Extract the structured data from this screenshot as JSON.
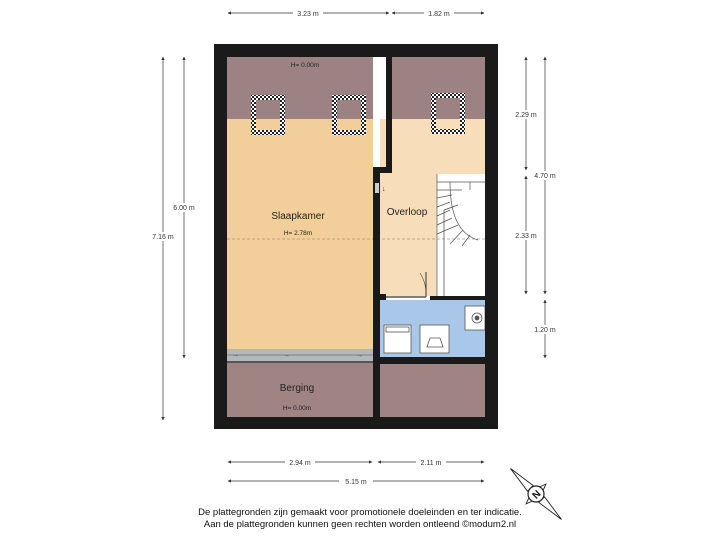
{
  "dimensions": {
    "top_left": "3.23 m",
    "top_right": "1.82 m",
    "left_inner": "6.00 m",
    "left_outer": "7.16 m",
    "right_upper": "2.29 m",
    "right_middle": "2.33 m",
    "right_long": "4.70 m",
    "right_lower": "1.20 m",
    "bottom_left": "2.94 m",
    "bottom_right": "2.11 m",
    "bottom_total": "5.15 m"
  },
  "rooms": {
    "slaapkamer": "Slaapkamer",
    "overloop": "Overloop",
    "berging": "Berging"
  },
  "heights": {
    "top": "H= 0.00m",
    "slaapkamer": "H= 2.78m",
    "berging": "H= 0.00m"
  },
  "compass": {
    "letter": "N"
  },
  "disclaimer": {
    "line1": "De plattegronden zijn gemaakt voor promotionele doeleinden en ter indicatie.",
    "line2": "Aan de plattegronden kunnen geen rechten worden ontleend ©modum2.nl"
  },
  "colors": {
    "wall": "#1a1a1a",
    "sloped_zone": "#9c8282",
    "slaapkamer_floor": "#f2cf9a",
    "overloop_floor": "#f7ddba",
    "bathroom_floor": "#a9c7e8",
    "berging_floor": "#a08484"
  }
}
